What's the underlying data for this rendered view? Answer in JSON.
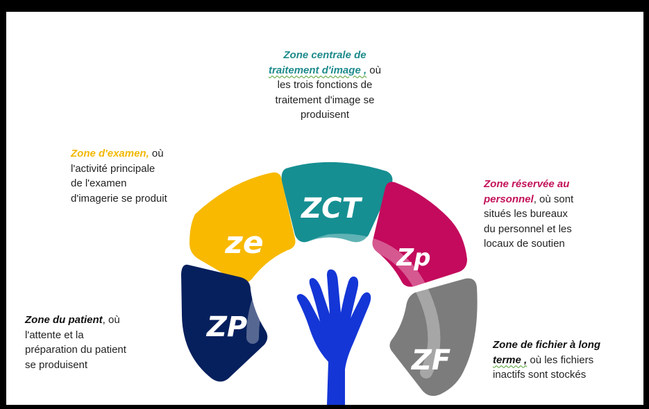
{
  "colors": {
    "zct": "#168f92",
    "ze": "#f8b900",
    "zp_staff": "#c30a5c",
    "zp_patient": "#06205d",
    "zf": "#7c7c7c",
    "hand": "#1436d6"
  },
  "segments": {
    "zct": "ZCT",
    "ze": "ze",
    "zp_staff": "Zp",
    "zp_patient": "ZP",
    "zf": "ZF"
  },
  "notes": {
    "zct": {
      "title_line1": "Zone centrale de",
      "title_line2": "traitement d'image ,",
      "rest_first": " où",
      "line3": "les trois fonctions de",
      "line4": "traitement d'image se",
      "line5": "produisent"
    },
    "ze": {
      "title": "Zone d'examen,",
      "rest_first": " où",
      "line2": "l'activité principale",
      "line3": "de l'examen",
      "line4": "d'imagerie se produit"
    },
    "zp_staff": {
      "title_line1": "Zone réservée au",
      "title_line2": "personnel",
      "rest_first": ", où sont",
      "line3": "situés les bureaux",
      "line4": "du personnel et les",
      "line5": "locaux de soutien"
    },
    "zp_patient": {
      "title": "Zone du patient",
      "rest_first": ", où",
      "line2": "l'attente et la",
      "line3": "préparation du patient",
      "line4": "se produisent"
    },
    "zf": {
      "title_line1": "Zone de fichier à long",
      "title_line2": "terme ,",
      "rest_first": " où les fichiers",
      "line3": "inactifs sont stockés"
    }
  }
}
